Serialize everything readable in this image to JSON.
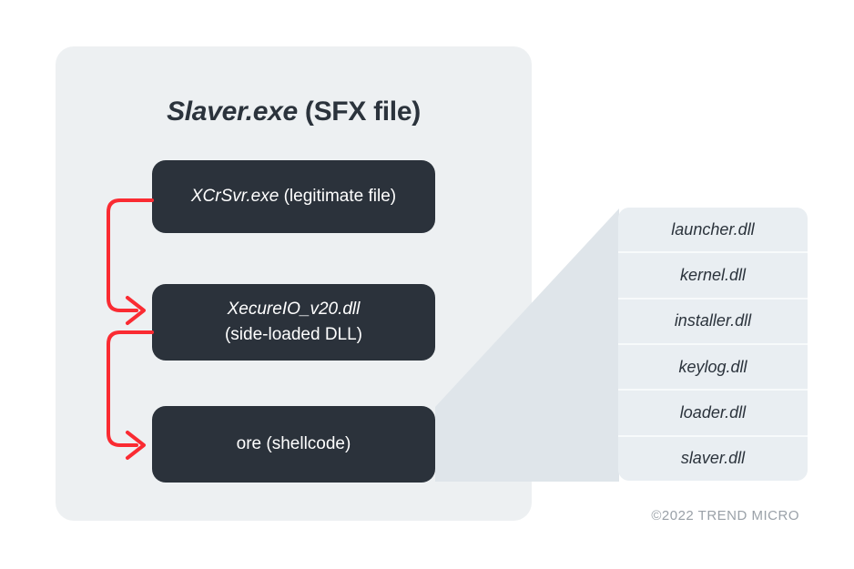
{
  "title": {
    "name_italic": "Slaver.exe",
    "suffix": " (SFX file)"
  },
  "nodes": {
    "xcrsvr": {
      "name_italic": "XCrSvr.exe",
      "suffix": " (legitimate file)"
    },
    "xecureio": {
      "name_italic": "XecureIO_v20.dll",
      "subtitle": "(side-loaded DLL)"
    },
    "shellcode": {
      "label": "ore (shellcode)"
    }
  },
  "dll_list": {
    "items": [
      "launcher.dll",
      "kernel.dll",
      "installer.dll",
      "keylog.dll",
      "loader.dll",
      "slaver.dll"
    ]
  },
  "footer": {
    "copyright": "©2022 TREND MICRO"
  },
  "colors": {
    "card_bg": "#edf0f2",
    "node_bg": "#2b323b",
    "arrow_red": "#fa2b32",
    "funnel_fill": "#dfe5ea",
    "list_bg": "#e9eef2",
    "text_dark": "#2b333c",
    "copyright_gray": "#9aa1a8"
  }
}
